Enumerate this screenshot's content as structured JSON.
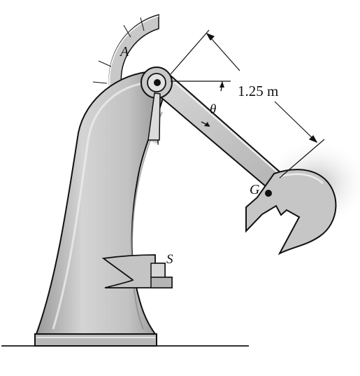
{
  "labels": {
    "pivot": "A",
    "angle": "θ",
    "length": "1.25 m",
    "center_of_mass": "G",
    "stop": "S"
  },
  "colors": {
    "body_fill": "#bdbdbd",
    "body_light": "#dedede",
    "body_shadow": "#8c8c8c",
    "outline": "#111111",
    "ground": "#777777"
  }
}
